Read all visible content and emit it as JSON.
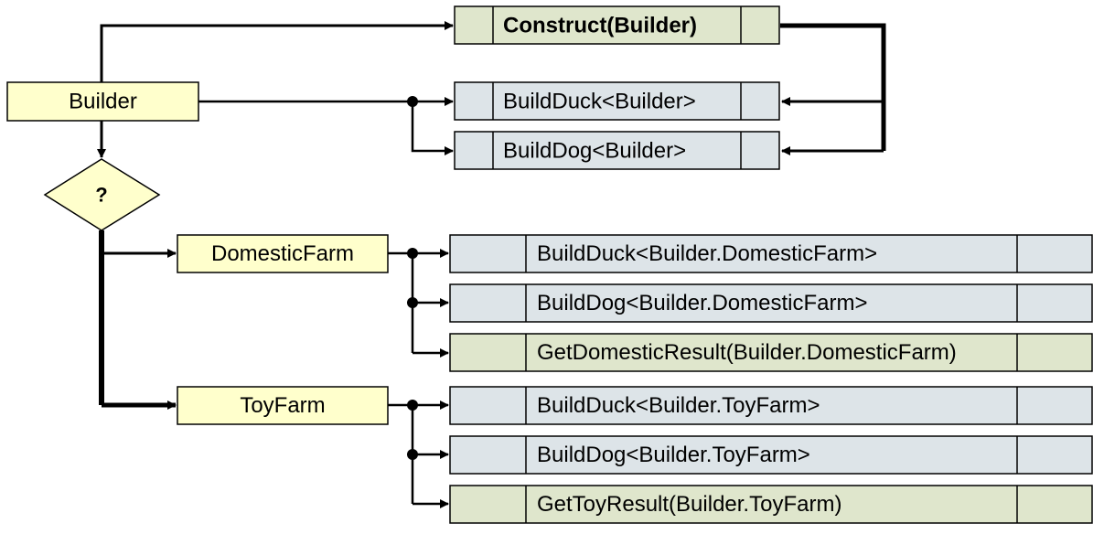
{
  "colors": {
    "yellow": "#ffffcc",
    "green": "#dfe6cc",
    "gray": "#dde4e8",
    "line": "#000000"
  },
  "nodes": {
    "builder": "Builder",
    "decision": "?",
    "domestic": "DomesticFarm",
    "toy": "ToyFarm"
  },
  "top_methods": {
    "construct": "Construct(Builder)",
    "build_duck": "BuildDuck<Builder>",
    "build_dog": "BuildDog<Builder>"
  },
  "domestic_methods": {
    "build_duck": "BuildDuck<Builder.DomesticFarm>",
    "build_dog": "BuildDog<Builder.DomesticFarm>",
    "get_result": "GetDomesticResult(Builder.DomesticFarm)"
  },
  "toy_methods": {
    "build_duck": "BuildDuck<Builder.ToyFarm>",
    "build_dog": "BuildDog<Builder.ToyFarm>",
    "get_result": "GetToyResult(Builder.ToyFarm)"
  }
}
